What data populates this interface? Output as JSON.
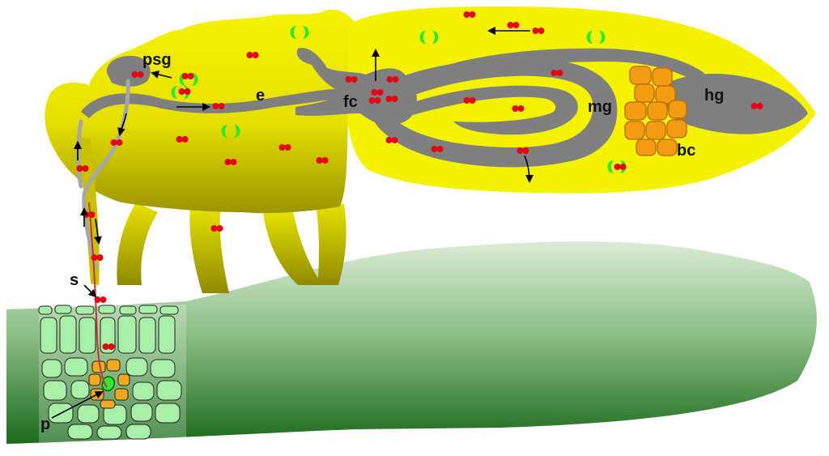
{
  "labels": {
    "psg": "psg",
    "e": "e",
    "fc": "fc",
    "mg": "mg",
    "hg": "hg",
    "bc": "bc",
    "s": "s",
    "p": "p"
  },
  "colors": {
    "insect_body": "#f2f200",
    "insect_shadow": "#b3a600",
    "gut": "#7f7f7f",
    "salivary_duct": "#a6a6a6",
    "virus_particle": "#e30613",
    "symbiont": "#2ee82e",
    "bacteriocytes": "#f39c12",
    "leaf_light": "#d9ead3",
    "leaf_dark": "#1f6f1f",
    "plant_cell": "#a8f0a8",
    "phloem_companion": "#f0a81e",
    "arrow": "#000000"
  }
}
